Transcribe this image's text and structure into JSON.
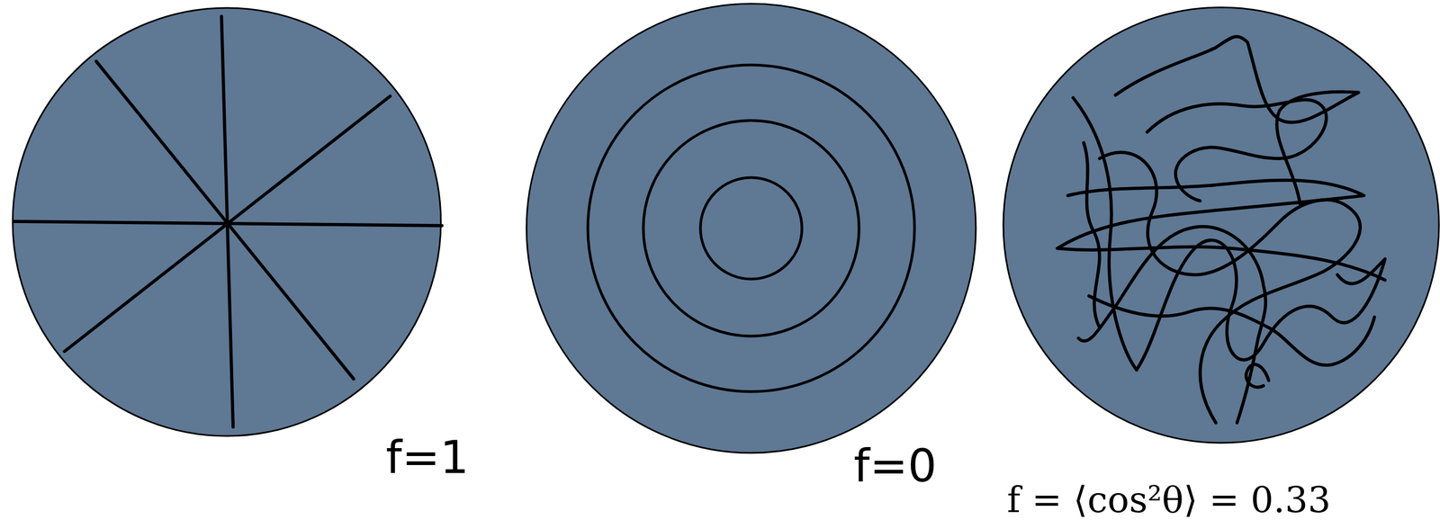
{
  "diagram": {
    "labels": [
      "f=1",
      "f=0",
      "f = ⟨cos²θ⟩ = 0.33"
    ]
  }
}
